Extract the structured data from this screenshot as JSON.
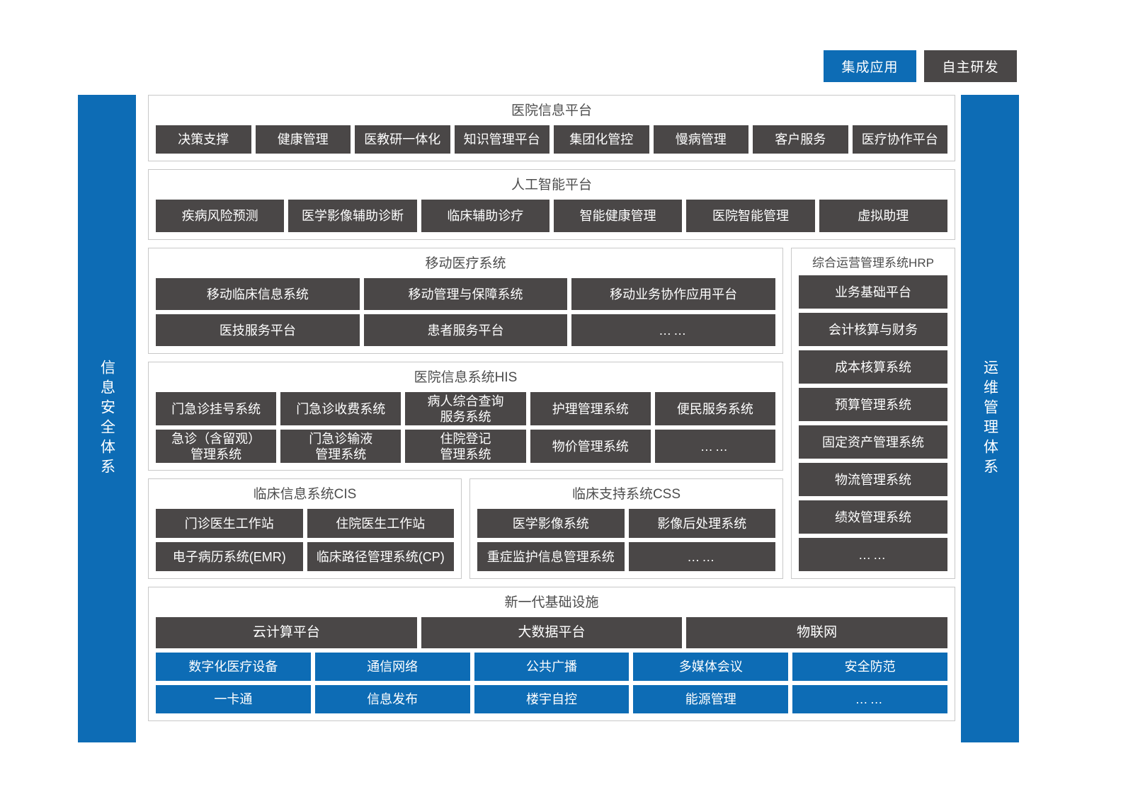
{
  "legend": {
    "items": [
      {
        "label": "集成应用",
        "color": "#0D6CB5",
        "kind": "blue"
      },
      {
        "label": "自主研发",
        "color": "#4A4747",
        "kind": "dark"
      }
    ]
  },
  "rails": {
    "left": {
      "label": "信息安全体系"
    },
    "right": {
      "label": "运维管理体系"
    }
  },
  "sections": {
    "hospital_info_platform": {
      "title": "医院信息平台",
      "items": [
        "决策支撑",
        "健康管理",
        "医教研一体化",
        "知识管理平台",
        "集团化管控",
        "慢病管理",
        "客户服务",
        "医疗协作平台"
      ]
    },
    "ai_platform": {
      "title": "人工智能平台",
      "items": [
        "疾病风险预测",
        "医学影像辅助诊断",
        "临床辅助诊疗",
        "智能健康管理",
        "医院智能管理",
        "虚拟助理"
      ]
    },
    "mobile_medical": {
      "title": "移动医疗系统",
      "rows": [
        [
          "移动临床信息系统",
          "移动管理与保障系统",
          "移动业务协作应用平台"
        ],
        [
          "医技服务平台",
          "患者服务平台",
          "……"
        ]
      ]
    },
    "his": {
      "title": "医院信息系统HIS",
      "rows": [
        [
          "门急诊挂号系统",
          "门急诊收费系统",
          "病人综合查询\n服务系统",
          "护理管理系统",
          "便民服务系统"
        ],
        [
          "急诊（含留观）\n管理系统",
          "门急诊输液\n管理系统",
          "住院登记\n管理系统",
          "物价管理系统",
          "……"
        ]
      ]
    },
    "cis": {
      "title": "临床信息系统CIS",
      "rows": [
        [
          "门诊医生工作站",
          "住院医生工作站"
        ],
        [
          "电子病历系统(EMR)",
          "临床路径管理系统(CP)"
        ]
      ]
    },
    "css": {
      "title": "临床支持系统CSS",
      "rows": [
        [
          "医学影像系统",
          "影像后处理系统"
        ],
        [
          "重症监护信息管理系统",
          "……"
        ]
      ]
    },
    "hrp": {
      "title": "综合运营管理系统HRP",
      "items": [
        "业务基础平台",
        "会计核算与财务",
        "成本核算系统",
        "预算管理系统",
        "固定资产管理系统",
        "物流管理系统",
        "绩效管理系统",
        "……"
      ]
    },
    "infrastructure": {
      "title": "新一代基础设施",
      "dark_row": [
        "云计算平台",
        "大数据平台",
        "物联网"
      ],
      "blue_rows": [
        [
          "数字化医疗设备",
          "通信网络",
          "公共广播",
          "多媒体会议",
          "安全防范"
        ],
        [
          "一卡通",
          "信息发布",
          "楼宇自控",
          "能源管理",
          "……"
        ]
      ]
    }
  },
  "colors": {
    "blue": "#0D6CB5",
    "dark": "#4A4747",
    "panel_border": "#c8c8c8",
    "title_text": "#4d4d4d",
    "background": "#ffffff"
  }
}
